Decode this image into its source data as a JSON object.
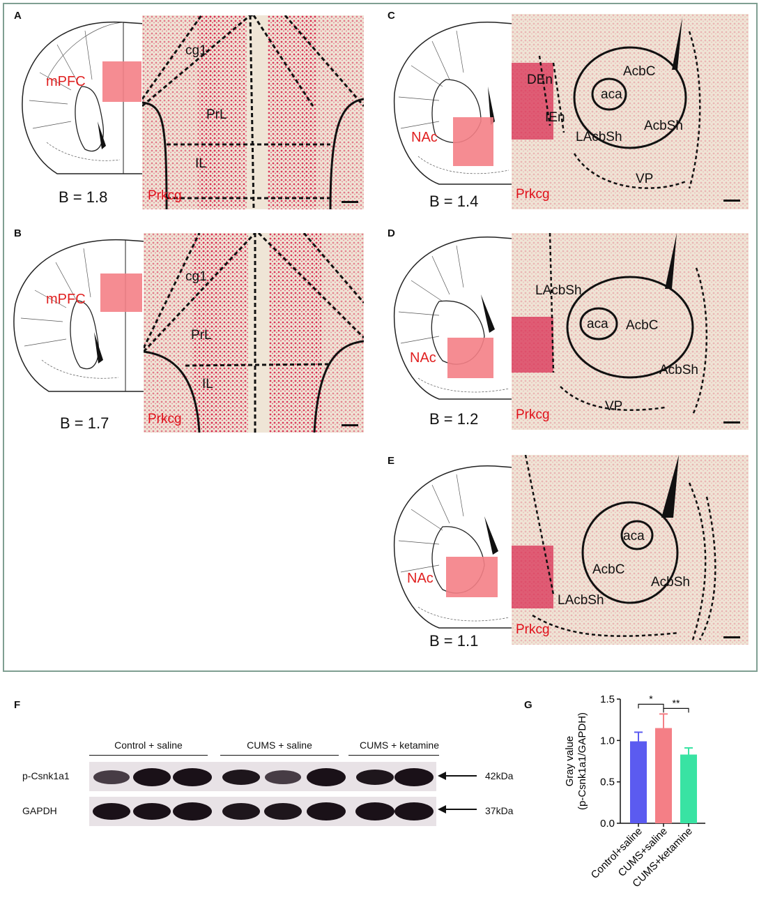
{
  "figure_frame": {
    "panels": {
      "A": {
        "letter": "A",
        "region": "mPFC",
        "bregma": "B = 1.8",
        "stain": "Prkcg",
        "areas": [
          "cg1",
          "PrL",
          "IL"
        ]
      },
      "B": {
        "letter": "B",
        "region": "mPFC",
        "bregma": "B = 1.7",
        "stain": "Prkcg",
        "areas": [
          "cg1",
          "PrL",
          "IL"
        ]
      },
      "C": {
        "letter": "C",
        "region": "NAc",
        "bregma": "B = 1.4",
        "stain": "Prkcg",
        "areas": [
          "DEn",
          "IEn",
          "AcbC",
          "aca",
          "AcbSh",
          "LAcbSh",
          "VP"
        ]
      },
      "D": {
        "letter": "D",
        "region": "NAc",
        "bregma": "B = 1.2",
        "stain": "Prkcg",
        "areas": [
          "LAcbSh",
          "aca",
          "AcbC",
          "AcbSh",
          "VP"
        ]
      },
      "E": {
        "letter": "E",
        "region": "NAc",
        "bregma": "B = 1.1",
        "stain": "Prkcg",
        "areas": [
          "aca",
          "AcbC",
          "AcbSh",
          "LAcbSh"
        ]
      }
    }
  },
  "panel_F": {
    "letter": "F",
    "groups": [
      "Control + saline",
      "CUMS + saline",
      "CUMS + ketamine"
    ],
    "rows": [
      {
        "protein": "p-Csnk1a1",
        "size": "42kDa"
      },
      {
        "protein": "GAPDH",
        "size": "37kDa"
      }
    ]
  },
  "panel_G": {
    "letter": "G",
    "chart_data": {
      "type": "bar",
      "categories": [
        "Control+saline",
        "CUMS+saline",
        "CUMS+ketamine"
      ],
      "values": [
        0.99,
        1.15,
        0.83
      ],
      "errors": [
        0.11,
        0.17,
        0.08
      ],
      "ylabel_line1": "Gray value",
      "ylabel_line2": "(p-Csnk1a1/GAPDH)",
      "ylim": [
        0,
        1.5
      ],
      "yticks": [
        "0.0",
        "0.5",
        "1.0",
        "1.5"
      ],
      "colors": [
        "#5b5bf0",
        "#f47f86",
        "#39e3a3"
      ],
      "significance": [
        {
          "between": [
            0,
            1
          ],
          "label": "*"
        },
        {
          "between": [
            1,
            2
          ],
          "label": "**"
        }
      ]
    }
  }
}
